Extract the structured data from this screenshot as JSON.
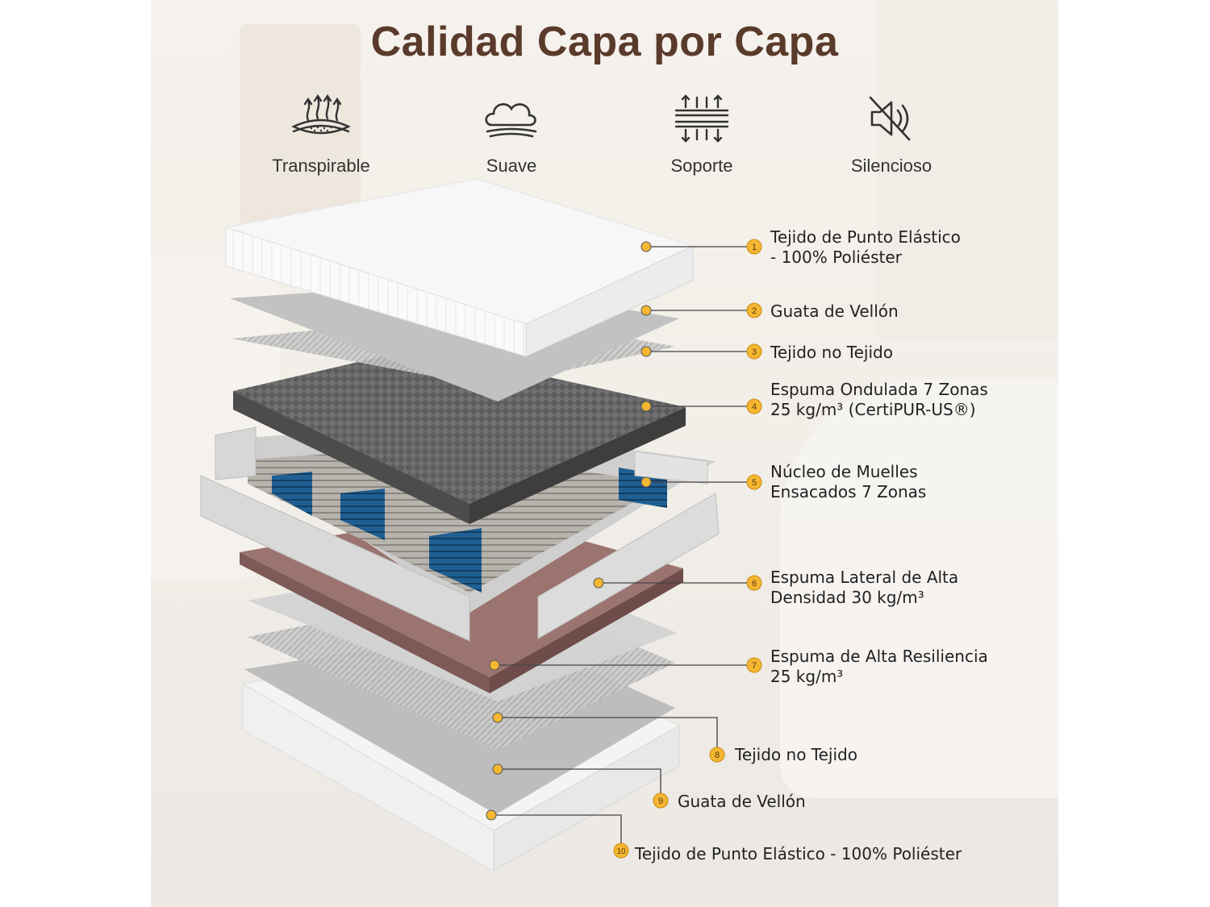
{
  "header": {
    "title": "Calidad Capa por Capa"
  },
  "features": [
    {
      "label": "Transpirable",
      "icon": "breathable-icon"
    },
    {
      "label": "Suave",
      "icon": "cloud-icon"
    },
    {
      "label": "Soporte",
      "icon": "support-icon"
    },
    {
      "label": "Silencioso",
      "icon": "mute-icon"
    }
  ],
  "layers": [
    {
      "number": "1",
      "line1": "Tejido de Punto Elástico",
      "line2": "- 100% Poliéster"
    },
    {
      "number": "2",
      "line1": "Guata de Vellón",
      "line2": ""
    },
    {
      "number": "3",
      "line1": "Tejido no Tejido",
      "line2": ""
    },
    {
      "number": "4",
      "line1": "Espuma Ondulada 7 Zonas",
      "line2": "25 kg/m³ (CertiPUR-US®)"
    },
    {
      "number": "5",
      "line1": "Núcleo de Muelles",
      "line2": "Ensacados 7 Zonas"
    },
    {
      "number": "6",
      "line1": "Espuma Lateral de Alta",
      "line2": "Densidad 30 kg/m³"
    },
    {
      "number": "7",
      "line1": "Espuma de Alta Resiliencia",
      "line2": "25 kg/m³"
    },
    {
      "number": "8",
      "line1": "Tejido no Tejido",
      "line2": ""
    },
    {
      "number": "9",
      "line1": "Guata de Vellón",
      "line2": ""
    },
    {
      "number": "10",
      "line1": "Tejido de Punto Elástico - 100% Poliéster",
      "line2": ""
    }
  ],
  "colors": {
    "title": "#5a3a2a",
    "marker": "#f5b731",
    "marker_border": "#c98a10",
    "foam_dark": "#5e5e5e",
    "spring_blue": "#1f5f93",
    "resilient_foam": "#9b7470"
  }
}
